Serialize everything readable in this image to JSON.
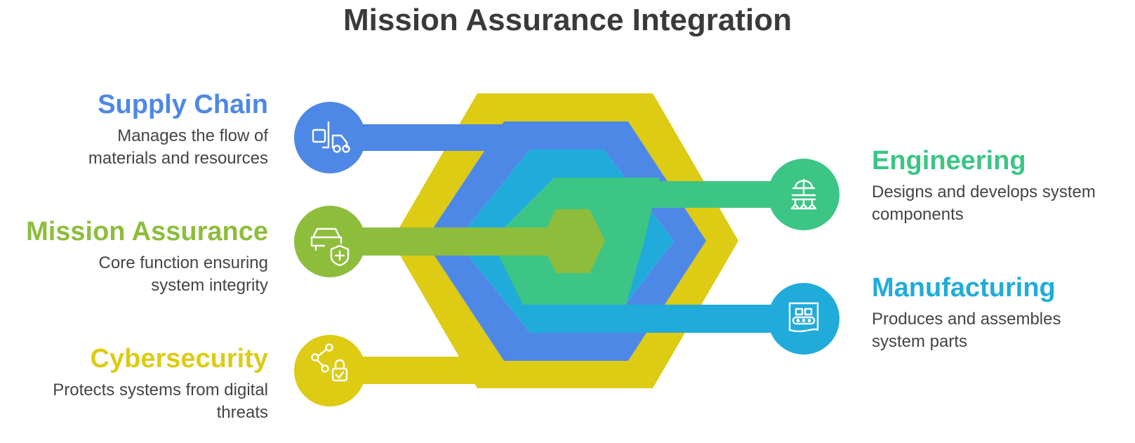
{
  "title": "Mission Assurance Integration",
  "colors": {
    "yellow": "#DDCB14",
    "blue": "#4E88E6",
    "cyan": "#20ABDB",
    "green": "#3CC585",
    "lime": "#8EBD3C",
    "title": "#3A3A3A",
    "text": "#444444"
  },
  "items": {
    "supply": {
      "title": "Supply Chain",
      "desc1": "Manages the flow of",
      "desc2": "materials and resources",
      "icon": "forklift-icon"
    },
    "mission": {
      "title": "Mission Assurance",
      "desc1": "Core function ensuring",
      "desc2": "system integrity",
      "icon": "vehicle-shield-icon"
    },
    "cyber": {
      "title": "Cybersecurity",
      "desc1": "Protects systems from digital",
      "desc2": "threats",
      "icon": "network-lock-icon"
    },
    "eng": {
      "title": "Engineering",
      "desc1": "Designs and develops system",
      "desc2": "components",
      "icon": "hardhat-network-icon"
    },
    "manu": {
      "title": "Manufacturing",
      "desc1": "Produces and assembles",
      "desc2": "system parts",
      "icon": "conveyor-icon"
    }
  }
}
